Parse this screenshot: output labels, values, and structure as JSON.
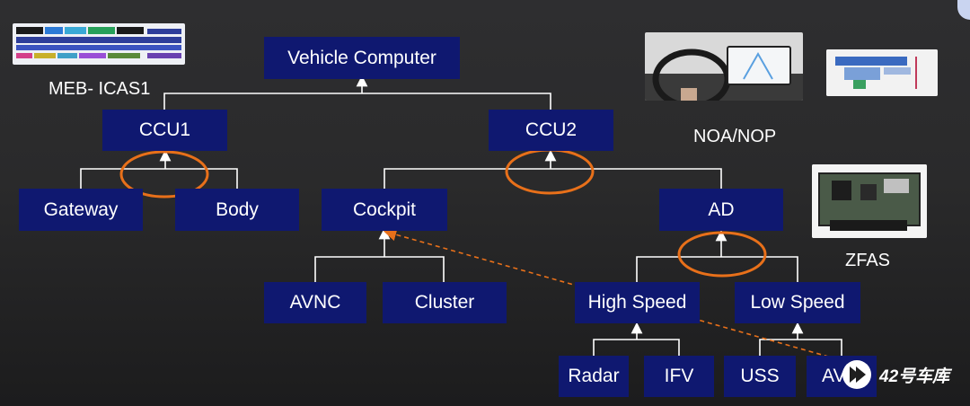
{
  "nodes": {
    "vehicle_computer": "Vehicle Computer",
    "ccu1": "CCU1",
    "ccu2": "CCU2",
    "gateway": "Gateway",
    "body": "Body",
    "cockpit": "Cockpit",
    "ad": "AD",
    "avnc": "AVNC",
    "cluster": "Cluster",
    "high_speed": "High Speed",
    "low_speed": "Low Speed",
    "radar": "Radar",
    "ifv": "IFV",
    "uss": "USS",
    "avm": "AVM"
  },
  "labels": {
    "meb_icas1": "MEB- ICAS1",
    "noa_nop": "NOA/NOP",
    "zfas": "ZFAS"
  },
  "watermark": "42号车库",
  "colors": {
    "box": "#0f1870",
    "connector": "#ffffff",
    "highlight": "#e8701a",
    "dashed_arrow": "#e8701a"
  }
}
